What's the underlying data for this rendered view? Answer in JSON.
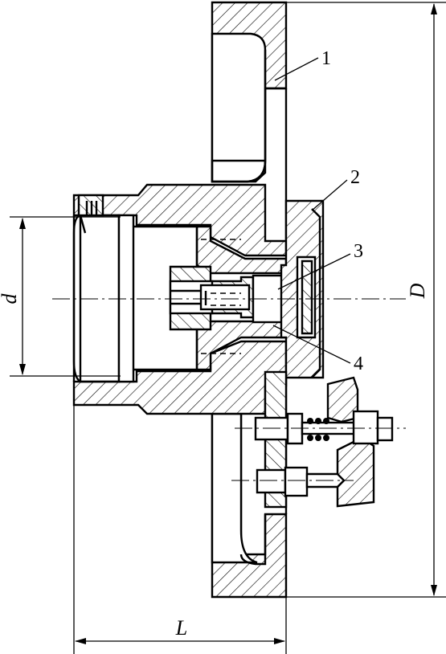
{
  "labels": {
    "part_1": "1",
    "part_2": "2",
    "part_3": "3",
    "part_4": "4"
  },
  "dimensions": {
    "bore_diameter": "d",
    "outer_diameter": "D",
    "length": "L"
  }
}
